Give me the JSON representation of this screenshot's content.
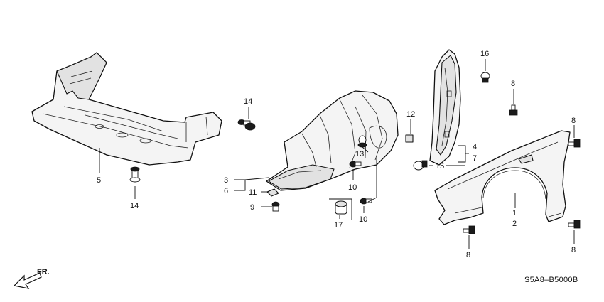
{
  "diagram": {
    "code": "S5A8–B5000B",
    "front_indicator": "FR.",
    "callouts": {
      "c1": "1",
      "c2": "2",
      "c3": "3",
      "c4": "4",
      "c5": "5",
      "c6": "6",
      "c7": "7",
      "c8a": "8",
      "c8b": "8",
      "c8c": "8",
      "c8d": "8",
      "c9": "9",
      "c10a": "10",
      "c10b": "10",
      "c11": "11",
      "c12": "12",
      "c13": "13",
      "c14a": "14",
      "c14b": "14",
      "c15": "15",
      "c16": "16",
      "c17": "17"
    }
  }
}
